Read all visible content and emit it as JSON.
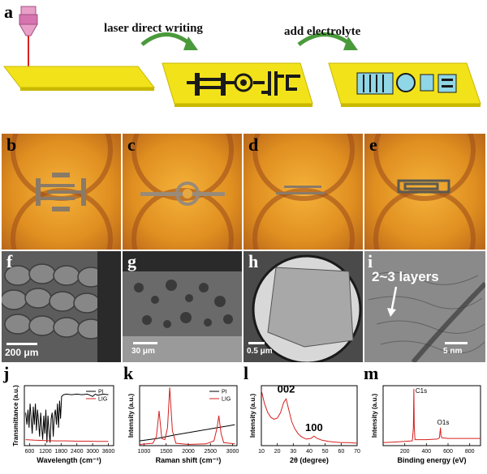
{
  "panel_labels": {
    "a": "a",
    "b": "b",
    "c": "c",
    "d": "d",
    "e": "e",
    "f": "f",
    "g": "g",
    "h": "h",
    "i": "i",
    "j": "j",
    "k": "k",
    "l": "l",
    "m": "m"
  },
  "schematic": {
    "step1": "laser direct writing",
    "step2": "add electrolyte"
  },
  "micrographs": {
    "f_scale": "200 μm",
    "g_scale": "30 μm",
    "h_scale": "0.5 μm",
    "i_scale": "5 nm",
    "i_annotation": "2~3 layers"
  },
  "colors": {
    "substrate": "#f2e21a",
    "lig": "#1a1a1a",
    "electrolyte": "#8fd6e6",
    "arrow": "#4a9a3c",
    "pi_line": "#000000",
    "lig_line": "#d62020"
  },
  "chart_data": [
    {
      "id": "j",
      "type": "line",
      "xlabel": "Wavelength (cm⁻¹)",
      "ylabel": "Transmittance (a.u.)",
      "xlim": [
        400,
        3800
      ],
      "xticks": [
        600,
        1200,
        1800,
        2400,
        3000,
        3600
      ],
      "xtick_labels": [
        "600",
        "1200",
        "1800",
        "2400",
        "3000",
        "3600"
      ],
      "series": [
        {
          "name": "PI",
          "color": "#000000",
          "x": [
            450,
            500,
            540,
            580,
            620,
            660,
            700,
            740,
            780,
            820,
            860,
            900,
            940,
            980,
            1020,
            1060,
            1100,
            1140,
            1180,
            1220,
            1260,
            1300,
            1340,
            1380,
            1420,
            1460,
            1500,
            1540,
            1580,
            1620,
            1660,
            1700,
            1740,
            1780,
            1820,
            1900,
            2000,
            2200,
            2400,
            2600,
            2800,
            2900,
            3000,
            3100,
            3200,
            3400,
            3600
          ],
          "y": [
            0.55,
            0.35,
            0.6,
            0.3,
            0.7,
            0.45,
            0.2,
            0.65,
            0.35,
            0.7,
            0.25,
            0.6,
            0.4,
            0.15,
            0.55,
            0.3,
            0.1,
            0.5,
            0.2,
            0.6,
            0.05,
            0.5,
            0.25,
            0.05,
            0.45,
            0.55,
            0.15,
            0.5,
            0.6,
            0.35,
            0.7,
            0.3,
            0.75,
            0.45,
            0.82,
            0.85,
            0.86,
            0.85,
            0.86,
            0.85,
            0.86,
            0.84,
            0.82,
            0.86,
            0.84,
            0.86,
            0.85
          ]
        },
        {
          "name": "LIG",
          "color": "#d62020",
          "x": [
            450,
            800,
            1200,
            1600,
            2000,
            2400,
            2800,
            3200,
            3600
          ],
          "y": [
            0.1,
            0.09,
            0.085,
            0.08,
            0.08,
            0.075,
            0.075,
            0.07,
            0.07
          ]
        }
      ]
    },
    {
      "id": "k",
      "type": "line",
      "xlabel": "Raman shift (cm⁻¹)",
      "ylabel": "Intensity (a.u.)",
      "xlim": [
        900,
        3100
      ],
      "xticks": [
        1000,
        1500,
        2000,
        2500,
        3000
      ],
      "xtick_labels": [
        "1000",
        "1500",
        "2000",
        "2500",
        "3000"
      ],
      "series": [
        {
          "name": "PI",
          "color": "#000000",
          "x": [
            900,
            1300,
            1700,
            2100,
            2500,
            2900,
            3050
          ],
          "y": [
            0.08,
            0.12,
            0.18,
            0.23,
            0.28,
            0.33,
            0.35
          ]
        },
        {
          "name": "LIG",
          "color": "#d62020",
          "x": [
            900,
            1200,
            1280,
            1340,
            1400,
            1470,
            1530,
            1580,
            1640,
            1720,
            2000,
            2400,
            2580,
            2650,
            2690,
            2740,
            2800,
            3050
          ],
          "y": [
            0.02,
            0.04,
            0.15,
            0.58,
            0.12,
            0.1,
            0.3,
            0.97,
            0.25,
            0.04,
            0.02,
            0.03,
            0.08,
            0.3,
            0.5,
            0.2,
            0.05,
            0.03
          ]
        }
      ]
    },
    {
      "id": "l",
      "type": "line",
      "xlabel": "2θ (degree)",
      "ylabel": "Intensity (a.u.)",
      "xlim": [
        10,
        70
      ],
      "xticks": [
        10,
        20,
        30,
        40,
        50,
        60,
        70
      ],
      "xtick_labels": [
        "10",
        "20",
        "30",
        "40",
        "50",
        "60",
        "70"
      ],
      "annotations": [
        "002",
        "100"
      ],
      "series": [
        {
          "name": "",
          "color": "#d62020",
          "x": [
            10,
            12,
            14,
            16,
            18,
            20,
            22,
            24,
            25.5,
            27,
            29,
            31,
            33,
            35,
            38,
            41,
            43,
            45,
            48,
            52,
            56,
            60,
            65,
            70
          ],
          "y": [
            0.92,
            0.7,
            0.55,
            0.47,
            0.44,
            0.46,
            0.55,
            0.72,
            0.78,
            0.62,
            0.4,
            0.28,
            0.2,
            0.15,
            0.11,
            0.12,
            0.16,
            0.12,
            0.09,
            0.07,
            0.06,
            0.05,
            0.05,
            0.04
          ]
        }
      ]
    },
    {
      "id": "m",
      "type": "line",
      "xlabel": "Binding energy (eV)",
      "ylabel": "Intensity (a.u.)",
      "xlim": [
        0,
        900
      ],
      "xticks": [
        200,
        400,
        600,
        800
      ],
      "xtick_labels": [
        "200",
        "400",
        "600",
        "800"
      ],
      "annotations": [
        "C1s",
        "O1s"
      ],
      "series": [
        {
          "name": "",
          "color": "#d62020",
          "x": [
            0,
            100,
            200,
            270,
            280,
            284,
            288,
            295,
            320,
            400,
            500,
            520,
            530,
            535,
            545,
            600,
            700,
            800,
            900
          ],
          "y": [
            0.05,
            0.06,
            0.07,
            0.08,
            0.3,
            0.95,
            0.3,
            0.1,
            0.1,
            0.1,
            0.11,
            0.13,
            0.3,
            0.16,
            0.13,
            0.12,
            0.12,
            0.12,
            0.12
          ]
        }
      ]
    }
  ]
}
